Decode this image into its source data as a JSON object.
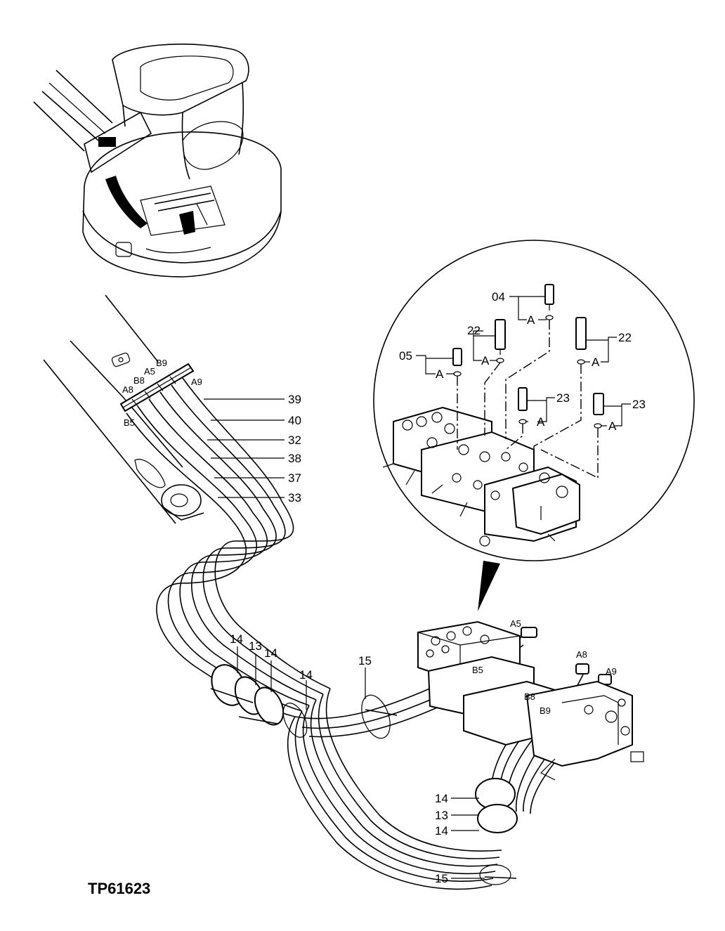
{
  "drawing_code": "TP61623",
  "labels": {
    "l39": "39",
    "l40": "40",
    "l32": "32",
    "l38": "38",
    "l37": "37",
    "l33": "33",
    "l14a": "14",
    "l13a": "13",
    "l14b": "14",
    "l14c": "14",
    "l15a": "15",
    "l14d": "14",
    "l13b": "13",
    "l14e": "14",
    "l15b": "15",
    "l04": "04",
    "l22a": "22",
    "l05": "05",
    "l22b": "22",
    "l23a": "23",
    "l23b": "23",
    "a1": "A",
    "a2": "A",
    "a3": "A",
    "a4": "A",
    "a5": "A",
    "a6": "A"
  },
  "ports": {
    "b9_top": "B9",
    "a5_top": "A5",
    "b8_top": "B8",
    "a8_top": "A8",
    "a9_top": "A9",
    "b5_top": "B5",
    "a5_valve": "A5",
    "b5_valve": "B5",
    "a8_valve": "A8",
    "a9_valve": "A9",
    "b8_valve": "B8",
    "b9_valve": "B9"
  }
}
